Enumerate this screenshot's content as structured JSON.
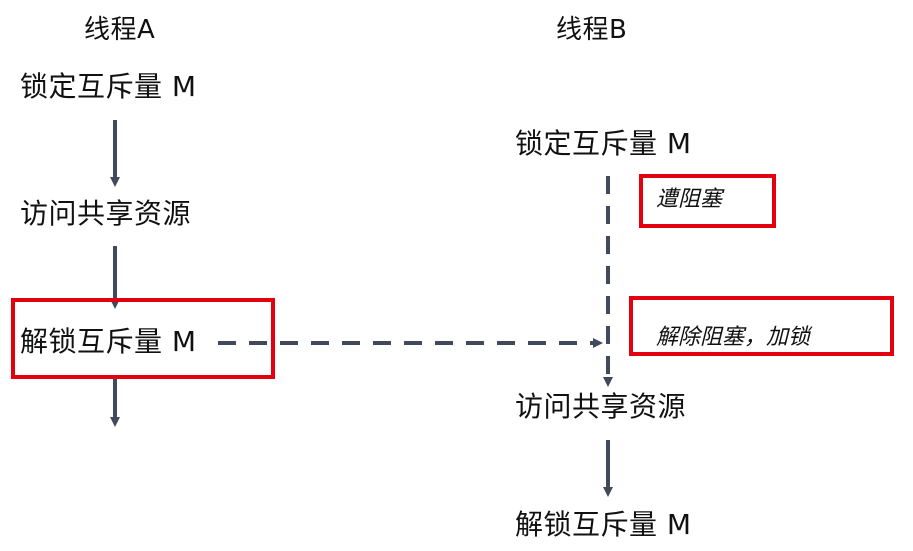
{
  "threadA": {
    "title": "线程A",
    "steps": [
      "锁定互斥量 M",
      "访问共享资源",
      "解锁互斥量 M"
    ]
  },
  "threadB": {
    "title": "线程B",
    "steps": [
      "锁定互斥量 M",
      "访问共享资源",
      "解锁互斥量 M"
    ],
    "notes": {
      "blocked": "遭阻塞",
      "unblocked": "解除阻塞，加锁"
    }
  },
  "colors": {
    "arrow": "#414a5c",
    "highlight": "#e3000f",
    "text": "#111111"
  }
}
